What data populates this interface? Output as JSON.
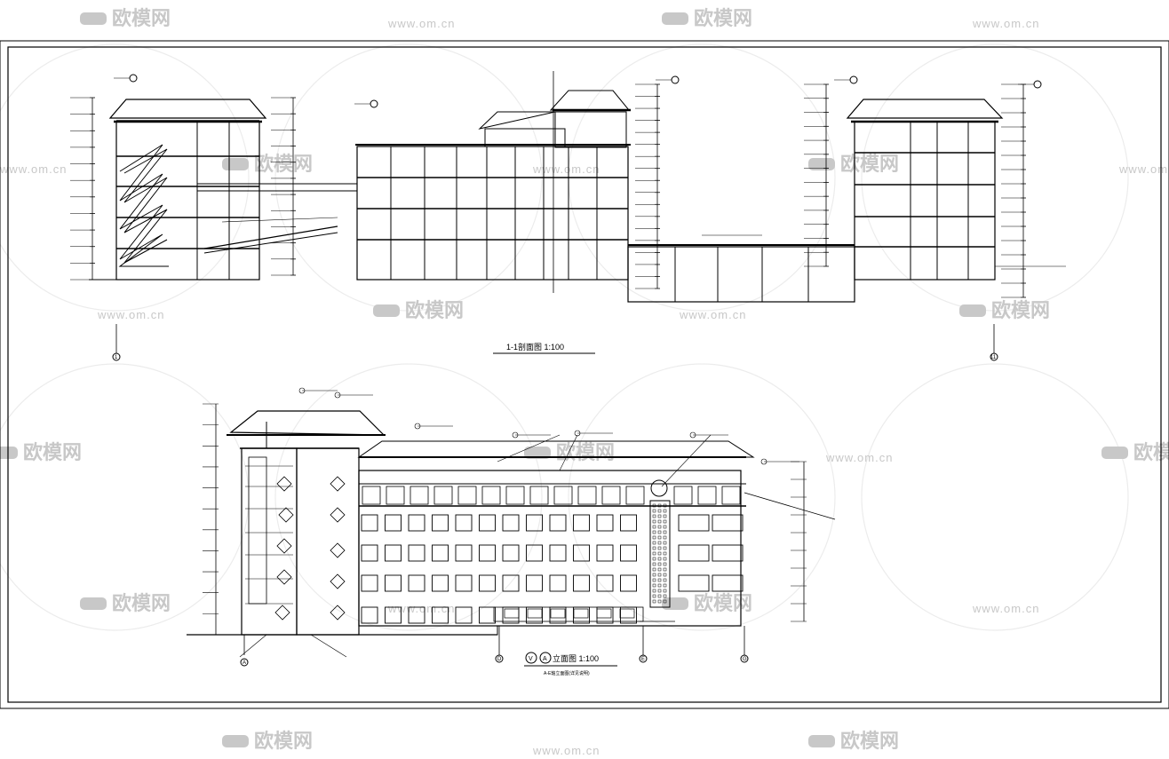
{
  "watermark": {
    "brand": "欧模网",
    "url": "www.om.cn",
    "color": "#c8c8c8"
  },
  "drawing": {
    "section_title": "1-1剖面图  1:100",
    "elevation_title": "立面图  1:100",
    "elevation_subtitle": "A-E轴立面图(详见说明)",
    "grid_label_1": "1",
    "grid_label_2": "11",
    "grid_label_3": "A",
    "grid_label_4": "D",
    "grid_label_5": "E",
    "grid_label_6": "G",
    "elevation_marker_letters": [
      "V",
      "A"
    ],
    "line_color": "#000000"
  }
}
